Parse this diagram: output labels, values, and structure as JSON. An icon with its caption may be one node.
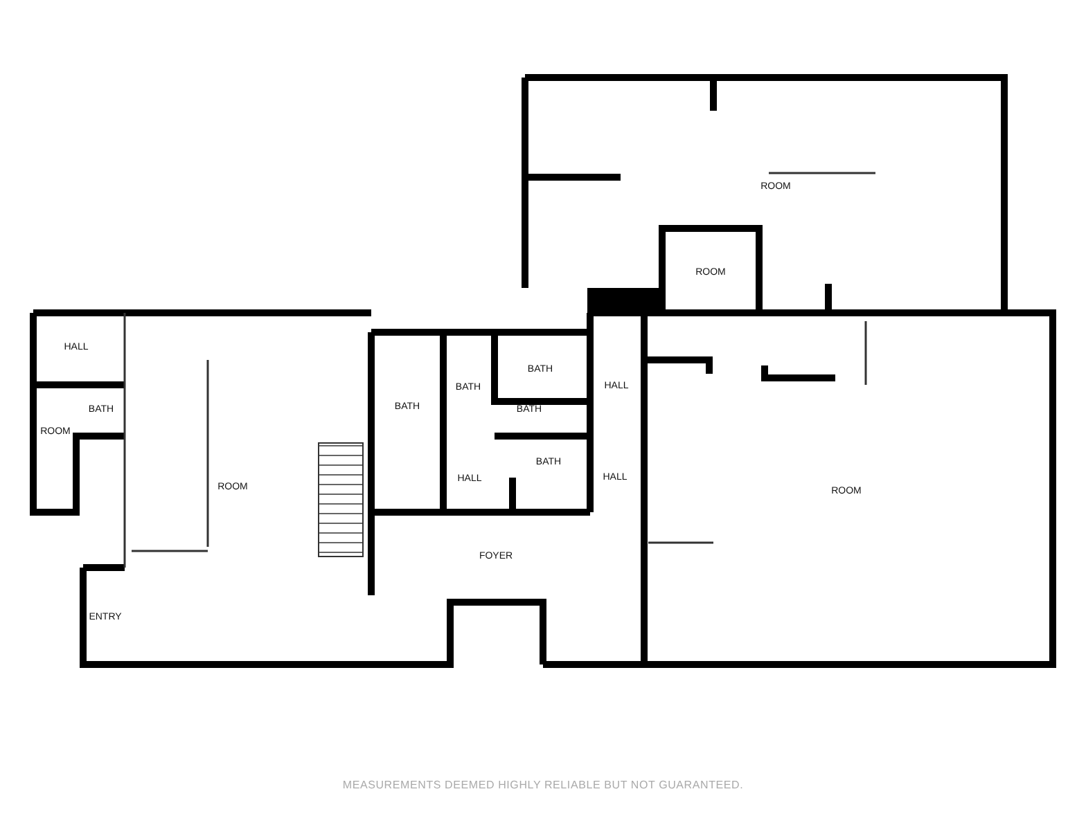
{
  "diagram": {
    "labels": [
      "ROOM",
      "ROOM",
      "HALL",
      "BATH",
      "BATH",
      "HALL",
      "BATH",
      "BATH",
      "BATH",
      "ROOM",
      "BATH",
      "HALL",
      "HALL",
      "ROOM",
      "ROOM",
      "FOYER",
      "ENTRY",
      "MEASUREMENTS DEEMED HIGHLY RELIABLE BUT NOT GUARANTEED."
    ]
  }
}
